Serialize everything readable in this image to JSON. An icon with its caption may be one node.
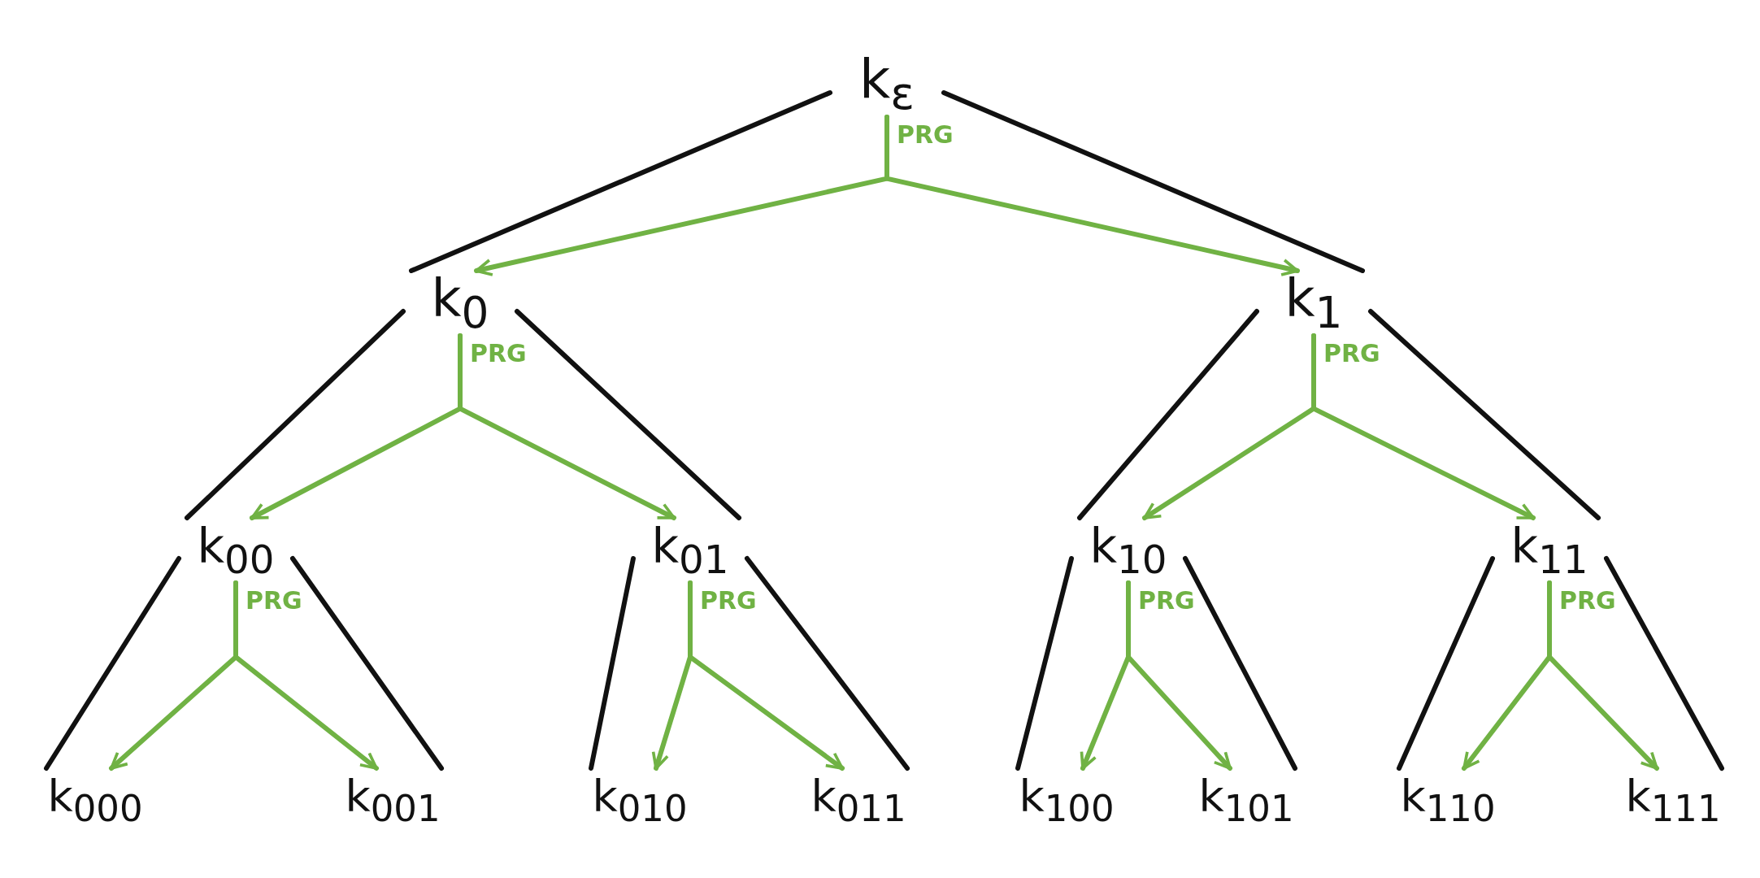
{
  "diagram": {
    "nodes": [
      {
        "text": [
          "k$_{ε}$"
        ]
      },
      {
        "text": [
          "k$_{0}$"
        ]
      },
      {
        "text": [
          "k$_{1}$"
        ]
      },
      {
        "text": [
          "k$_{00}$"
        ]
      },
      {
        "text": [
          "k$_{01}$"
        ]
      },
      {
        "text": [
          "k$_{10}$"
        ]
      },
      {
        "text": [
          "k$_{11}$"
        ]
      },
      {
        "text": [
          "k$_{000}$"
        ]
      },
      {
        "text": [
          "k$_{001}$"
        ]
      },
      {
        "text": [
          "k$_{010}$"
        ]
      },
      {
        "text": [
          "k$_{011}$"
        ]
      },
      {
        "text": [
          "k$_{100}$"
        ]
      },
      {
        "text": [
          "k$_{101}$"
        ]
      },
      {
        "text": [
          "k$_{110}$"
        ]
      },
      {
        "text": [
          "k$_{111}$"
        ]
      }
    ],
    "edges": [
      {
        "from": 0,
        "to": 1,
        "arrow": "none"
      },
      {
        "from": 0,
        "to": 2,
        "arrow": "none"
      },
      {
        "from": 0,
        "to": 1,
        "arrow": "to",
        "color": "#70b244"
      },
      {
        "from": 0,
        "to": 2,
        "arrow": "to",
        "color": "#70b244"
      },
      {
        "from": 1,
        "to": 3,
        "arrow": "none"
      },
      {
        "from": 1,
        "to": 4,
        "arrow": "none"
      },
      {
        "from": 1,
        "to": 3,
        "arrow": "to",
        "color": "#70b244"
      },
      {
        "from": 1,
        "to": 4,
        "arrow": "to",
        "color": "#70b244"
      },
      {
        "from": 2,
        "to": 5,
        "arrow": "none"
      },
      {
        "from": 2,
        "to": 6,
        "arrow": "none"
      },
      {
        "from": 2,
        "to": 5,
        "arrow": "to",
        "color": "#70b244"
      },
      {
        "from": 2,
        "to": 6,
        "arrow": "to",
        "color": "#70b244"
      },
      {
        "from": 3,
        "to": 7,
        "arrow": "none"
      },
      {
        "from": 3,
        "to": 8,
        "arrow": "none"
      },
      {
        "from": 3,
        "to": 7,
        "arrow": "to",
        "color": "#70b244"
      },
      {
        "from": 3,
        "to": 8,
        "arrow": "to",
        "color": "#70b244"
      },
      {
        "from": 4,
        "to": 9,
        "arrow": "none"
      },
      {
        "from": 4,
        "to": 10,
        "arrow": "none"
      },
      {
        "from": 4,
        "to": 9,
        "arrow": "to",
        "color": "#70b244"
      },
      {
        "from": 4,
        "to": 10,
        "arrow": "to",
        "color": "#70b244"
      },
      {
        "from": 5,
        "to": 11,
        "arrow": "none"
      },
      {
        "from": 5,
        "to": 12,
        "arrow": "none"
      },
      {
        "from": 5,
        "to": 11,
        "arrow": "to",
        "color": "#70b244"
      },
      {
        "from": 5,
        "to": 12,
        "arrow": "to",
        "color": "#70b244"
      },
      {
        "from": 6,
        "to": 13,
        "arrow": "none"
      },
      {
        "from": 6,
        "to": 14,
        "arrow": "none"
      },
      {
        "from": 6,
        "to": 13,
        "arrow": "to",
        "color": "#70b244"
      },
      {
        "from": 6,
        "to": 14,
        "arrow": "to",
        "color": "#70b244"
      }
    ],
    "labels": [
      "PRG",
      "PRG",
      "PRG",
      "PRG",
      "PRG",
      "PRG",
      "PRG"
    ]
  }
}
